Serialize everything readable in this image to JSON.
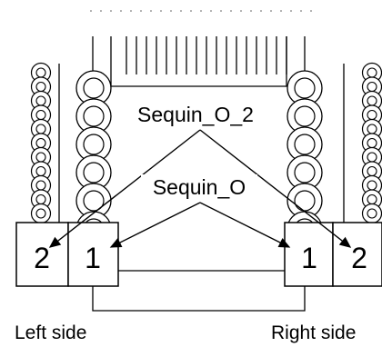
{
  "labels": {
    "sequin_o_2": "Sequin_O_2",
    "sequin_o": "Sequin_O"
  },
  "boxes": {
    "left_outer": "2",
    "left_inner": "1",
    "right_inner": "1",
    "right_outer": "2"
  },
  "captions": {
    "left": "Left side",
    "right": "Right side"
  }
}
